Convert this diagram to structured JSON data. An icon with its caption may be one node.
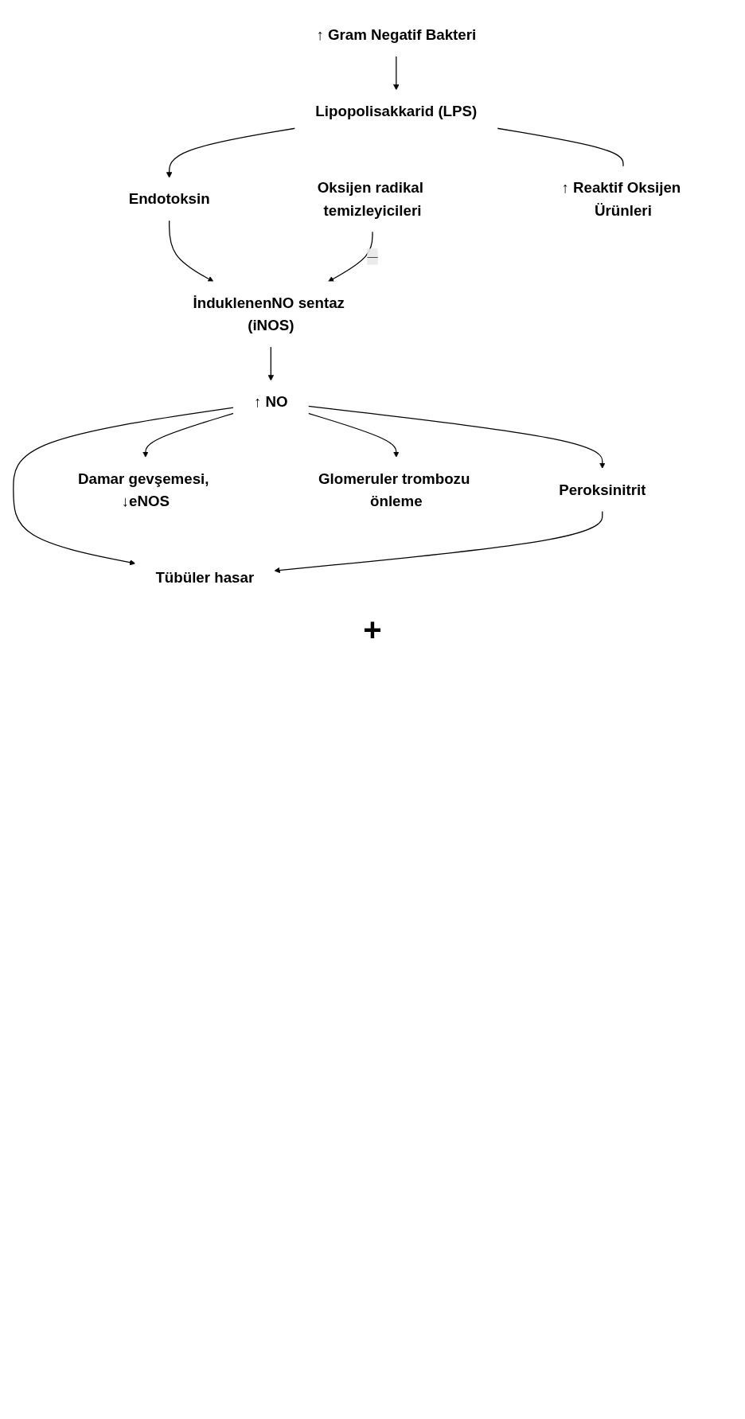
{
  "diagram": {
    "nodes": [
      {
        "text": [
          "↑ Gram Negatif Bakteri"
        ]
      },
      {
        "text": [
          "Lipopolisakkarid (LPS)"
        ]
      },
      {
        "text": [
          "Endotoksin"
        ]
      },
      {
        "text": [
          "İnduklenenNO sentaz (iNOS)"
        ]
      },
      {
        "text": [
          "Oksijen radikal temizleyicileri"
        ]
      },
      {
        "text": [
          "↑ NO"
        ]
      },
      {
        "text": [
          "↑ Reaktif Oksijen Ürünleri"
        ]
      },
      {
        "text": [
          "Peroksinitrit"
        ]
      },
      {
        "text": [
          "Tübüler hasar"
        ]
      },
      {
        "text": [
          "Damar gevşemesi, ↓eNOS"
        ]
      },
      {
        "text": [
          "Glomeruler trombozu önleme"
        ]
      }
    ],
    "edges": [
      {
        "from": 0,
        "to": 1,
        "arrow": "to"
      },
      {
        "from": 1,
        "to": 2,
        "arrow": "to"
      },
      {
        "from": 2,
        "to": 3,
        "arrow": "to"
      },
      {
        "from": 4,
        "to": 3,
        "label": "—",
        "arrow": "to"
      },
      {
        "from": 1,
        "to": 6,
        "arrow": "none"
      },
      {
        "from": 3,
        "to": 5,
        "arrow": "to"
      },
      {
        "from": 5,
        "to": 7,
        "arrow": "to"
      },
      {
        "from": 5,
        "to": 8,
        "arrow": "to"
      },
      {
        "from": 5,
        "to": 9,
        "arrow": "to"
      },
      {
        "from": 5,
        "to": 10,
        "arrow": "to"
      },
      {
        "from": 7,
        "to": 8,
        "arrow": "to"
      }
    ],
    "labels": [
      "+"
    ]
  }
}
